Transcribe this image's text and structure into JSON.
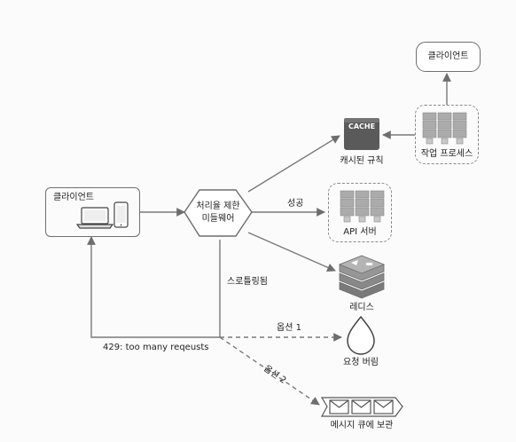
{
  "client_left": {
    "label": "클라이언트"
  },
  "client_top": {
    "label": "클라이언트"
  },
  "middleware": {
    "line1": "처리율 제한",
    "line2": "미들웨어"
  },
  "cache": {
    "badge": "CACHE",
    "label": "캐시된 규칙"
  },
  "worker": {
    "label": "작업 프로세스"
  },
  "api": {
    "label": "API 서버"
  },
  "redis": {
    "label": "레디스"
  },
  "drop": {
    "label": "요청 버림"
  },
  "queue": {
    "label": "메시지 큐에 보관"
  },
  "edges": {
    "success": "성공",
    "throttled": "스로틀링됨",
    "option1": "옵션 1",
    "option2": "옵션 2",
    "error": "429: too many reqeusts"
  },
  "colors": {
    "stroke": "#6e6e6e",
    "server": "#a9a9a9",
    "redis": "#8c8c8c",
    "cache": "#5a5a5a"
  }
}
